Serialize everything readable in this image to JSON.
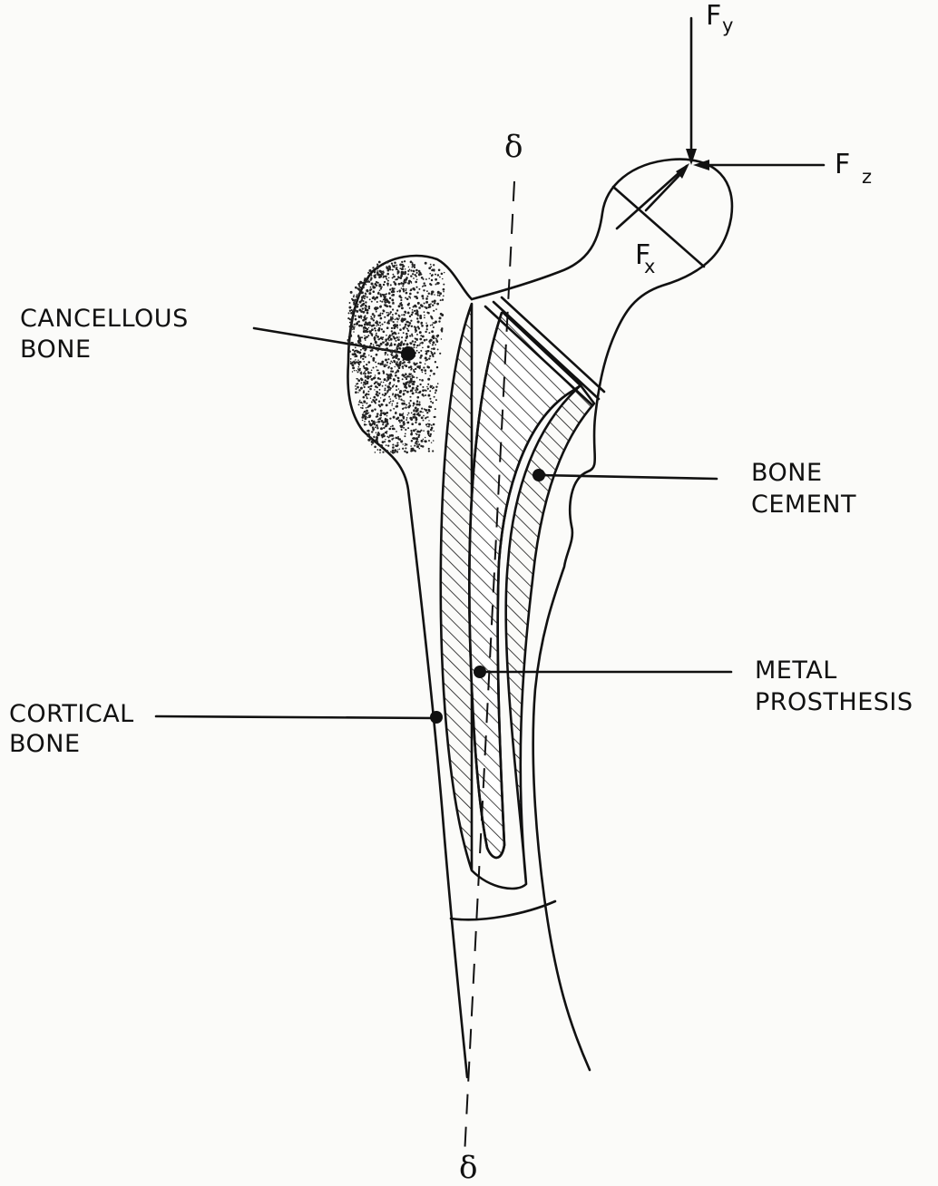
{
  "labels": {
    "cancellous_line1": "CANCELLOUS",
    "cancellous_line2": "BONE",
    "bone_cement_line1": "BONE",
    "bone_cement_line2": "CEMENT",
    "metal_line1": "METAL",
    "metal_line2": "PROSTHESIS",
    "cortical_line1": "CORTICAL",
    "cortical_line2": "BONE"
  },
  "axis": {
    "symbol": "δ"
  },
  "forces": {
    "y": {
      "letter": "F",
      "subscript": "y"
    },
    "z": {
      "letter": "F",
      "subscript": "z"
    },
    "x": {
      "letter": "F",
      "subscript": "x"
    }
  }
}
